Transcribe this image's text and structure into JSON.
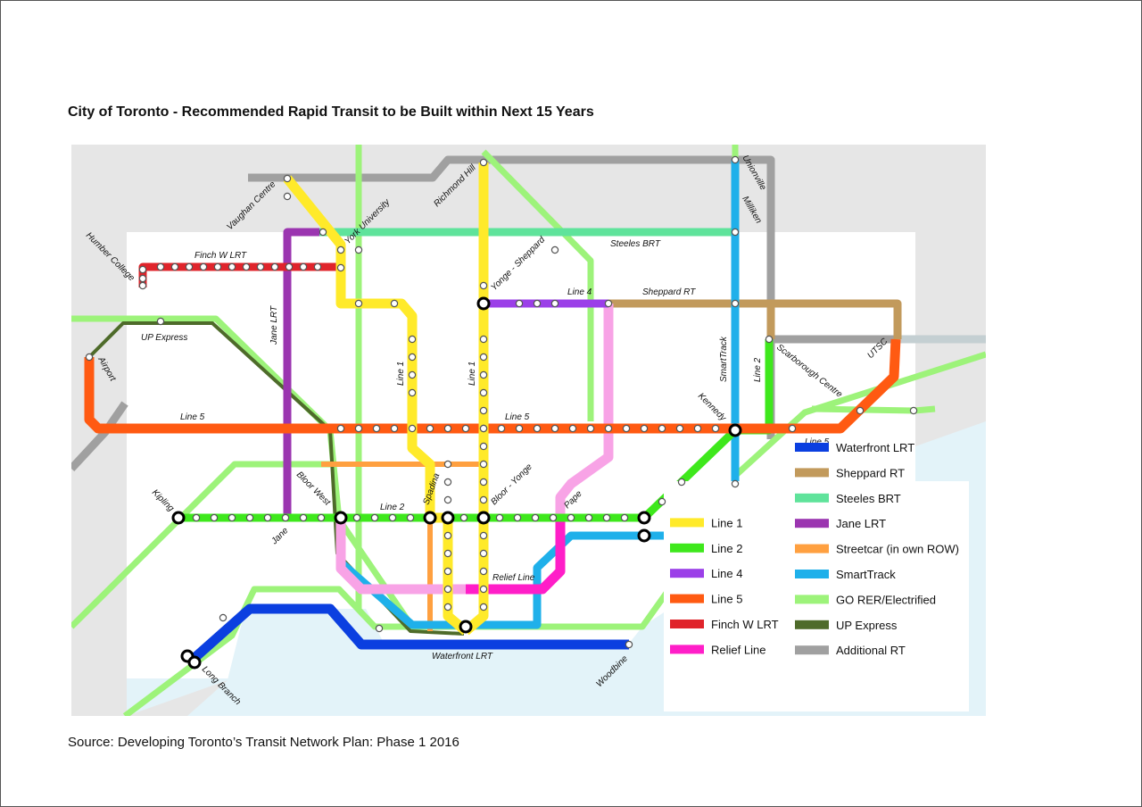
{
  "title": "City of Toronto - Recommended Rapid Transit to be Built within Next 15 Years",
  "source": "Source: Developing Toronto’s Transit Network Plan: Phase 1 2016",
  "map": {
    "line_labels": {
      "finch_w_lrt": "Finch W LRT",
      "up_express": "UP Express",
      "jane_lrt": "Jane LRT",
      "line5_west": "Line 5",
      "line5_mid": "Line 5",
      "line5_east": "Line 5",
      "line1_west": "Line 1",
      "line1_east": "Line 1",
      "line2": "Line 2",
      "line4": "Line 4",
      "sheppard_rt": "Sheppard RT",
      "steeles_brt": "Steeles BRT",
      "smarttrack": "SmartTrack",
      "line2_east": "Line 2",
      "relief_line": "Relief Line",
      "waterfront_lrt": "Waterfront LRT"
    },
    "station_labels": {
      "humber_college": "Humber College",
      "vaughan_centre": "Vaughan Centre",
      "york_university": "York University",
      "richmond_hill": "Richmond Hill",
      "unionville": "Unionville",
      "milliken": "Milliken",
      "yonge_sheppard": "Yonge - Sheppard",
      "airport": "Airport",
      "scarborough_centre": "Scarborough Centre",
      "utsc": "UTSC",
      "kennedy": "Kennedy",
      "kipling": "Kipling",
      "jane": "Jane",
      "bloor_west": "Bloor West",
      "spadina": "Spadina",
      "bloor_yonge": "Bloor - Yonge",
      "pape": "Pape",
      "long_branch": "Long Branch",
      "woodbine": "Woodbine"
    },
    "colors": {
      "land_outer": "#e6e6e6",
      "land_inner": "#ffffff",
      "water": "#e3f3f9",
      "line1": "#ffea2a",
      "line2": "#3ee81c",
      "line4": "#9b3fe8",
      "line5": "#ff5a12",
      "finch_w_lrt": "#e0242b",
      "relief_line": "#ff1ec8",
      "relief_line_light": "#f8a3e6",
      "waterfront_lrt": "#0b3fe0",
      "sheppard_rt": "#c29a5c",
      "steeles_brt": "#5fe39b",
      "jane_lrt": "#9b35b0",
      "streetcar": "#ffa040",
      "smarttrack": "#1fb0ea",
      "go_rer": "#9df37a",
      "up_express": "#4e6b2a",
      "additional_rt": "#a0a0a0"
    },
    "legend": [
      {
        "label": "Line 1",
        "color": "#ffea2a"
      },
      {
        "label": "Line 2",
        "color": "#3ee81c"
      },
      {
        "label": "Line 4",
        "color": "#9b3fe8"
      },
      {
        "label": "Line 5",
        "color": "#ff5a12"
      },
      {
        "label": "Finch W LRT",
        "color": "#e0242b"
      },
      {
        "label": "Relief Line",
        "color": "#ff1ec8"
      },
      {
        "label": "Waterfront LRT",
        "color": "#0b3fe0"
      },
      {
        "label": "Sheppard RT",
        "color": "#c29a5c"
      },
      {
        "label": "Steeles BRT",
        "color": "#5fe39b"
      },
      {
        "label": "Jane LRT",
        "color": "#9b35b0"
      },
      {
        "label": "Streetcar (in own ROW)",
        "color": "#ffa040"
      },
      {
        "label": "SmartTrack",
        "color": "#1fb0ea"
      },
      {
        "label": "GO RER/Electrified",
        "color": "#9df37a"
      },
      {
        "label": "UP Express",
        "color": "#4e6b2a"
      },
      {
        "label": "Additional RT",
        "color": "#a0a0a0"
      }
    ]
  }
}
